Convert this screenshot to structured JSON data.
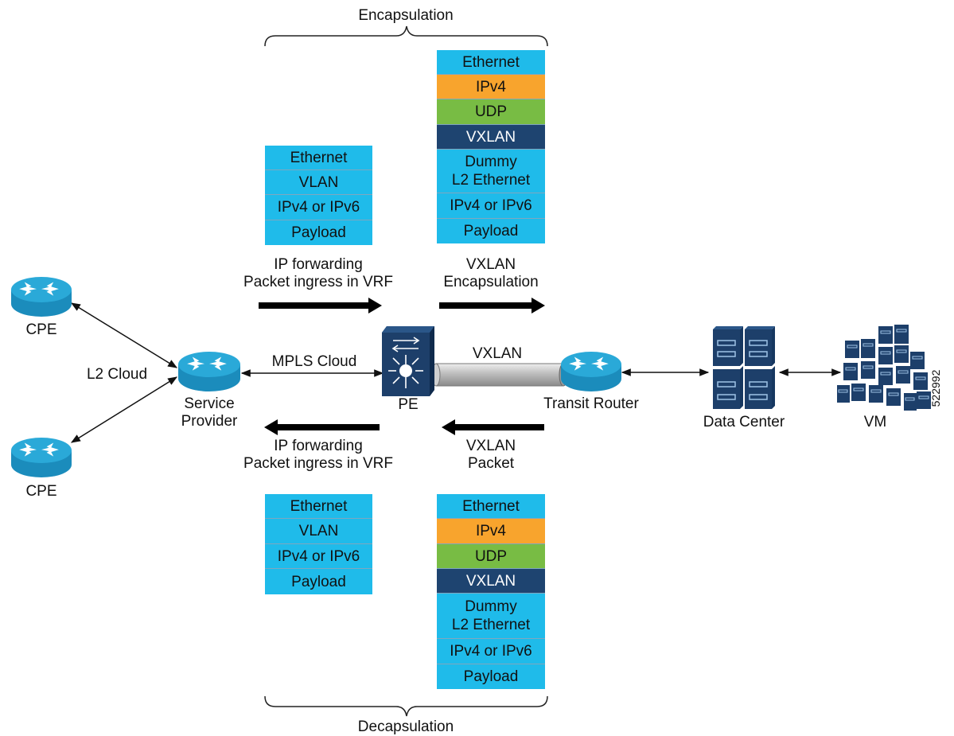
{
  "encapsulation_label": "Encapsulation",
  "decapsulation_label": "Decapsulation",
  "stacks": {
    "enc_left": [
      "Ethernet",
      "VLAN",
      "IPv4 or IPv6",
      "Payload"
    ],
    "enc_right": [
      "Ethernet",
      "IPv4",
      "UDP",
      "VXLAN",
      "Dummy\nL2 Ethernet",
      "IPv4 or IPv6",
      "Payload"
    ],
    "dec_left": [
      "Ethernet",
      "VLAN",
      "IPv4 or IPv6",
      "Payload"
    ],
    "dec_right": [
      "Ethernet",
      "IPv4",
      "UDP",
      "VXLAN",
      "Dummy\nL2 Ethernet",
      "IPv4 or IPv6",
      "Payload"
    ]
  },
  "flow_labels": {
    "enc_left": "IP forwarding\nPacket ingress in VRF",
    "enc_right": "VXLAN\nEncapsulation",
    "dec_left": "IP forwarding\nPacket ingress in VRF",
    "dec_right": "VXLAN\nPacket"
  },
  "nodes": {
    "cpe_top": "CPE",
    "cpe_bottom": "CPE",
    "service_provider": "Service\nProvider",
    "pe": "PE",
    "transit_router": "Transit Router",
    "data_center": "Data Center",
    "vm": "VM"
  },
  "links": {
    "l2_cloud": "L2 Cloud",
    "mpls_cloud": "MPLS Cloud",
    "vxlan_tunnel": "VXLAN"
  },
  "figure_id": "522992",
  "colors": {
    "ethernet": "#1fbbea",
    "ipv4": "#f8a42d",
    "udp": "#78bc44",
    "vxlan": "#1e4470",
    "router": "#2aa9d8",
    "device_dark": "#1d3f6a"
  },
  "icons": {
    "router": "router-icon",
    "switch": "layer3-switch-icon",
    "server": "server-rack-icon",
    "tunnel": "tunnel-pipe-icon"
  }
}
